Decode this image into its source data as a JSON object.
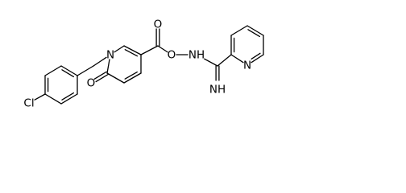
{
  "colors": {
    "bond": "#000000",
    "background": "#ffffff",
    "label": "#000000"
  },
  "atoms": {
    "cl": {
      "symbol": "Cl"
    },
    "n1": {
      "symbol": "N"
    },
    "o6": {
      "symbol": "O"
    },
    "o_carbonyl": {
      "symbol": "O"
    },
    "o_ester": {
      "symbol": "O"
    },
    "nh": {
      "symbol": "NH"
    },
    "imine": {
      "symbol": "NH"
    },
    "n_py": {
      "symbol": "N"
    }
  }
}
